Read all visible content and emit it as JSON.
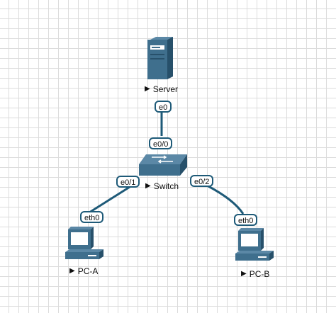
{
  "nodes": {
    "server": {
      "name": "Server",
      "icon": "server-icon"
    },
    "switch": {
      "name": "Switch",
      "icon": "switch-icon"
    },
    "pc_a": {
      "name": "PC-A",
      "icon": "desktop-computer-icon"
    },
    "pc_b": {
      "name": "PC-B",
      "icon": "desktop-computer-icon"
    }
  },
  "ports": {
    "server_e0": "e0",
    "switch_e00": "e0/0",
    "switch_e01": "e0/1",
    "switch_e02": "e0/2",
    "pca_eth0": "eth0",
    "pcb_eth0": "eth0"
  },
  "label_marker": "▶",
  "colors": {
    "link": "#1e5a78",
    "device": "#3f6f8d",
    "device_dark": "#27506a",
    "grid": "#dcdcdc"
  }
}
